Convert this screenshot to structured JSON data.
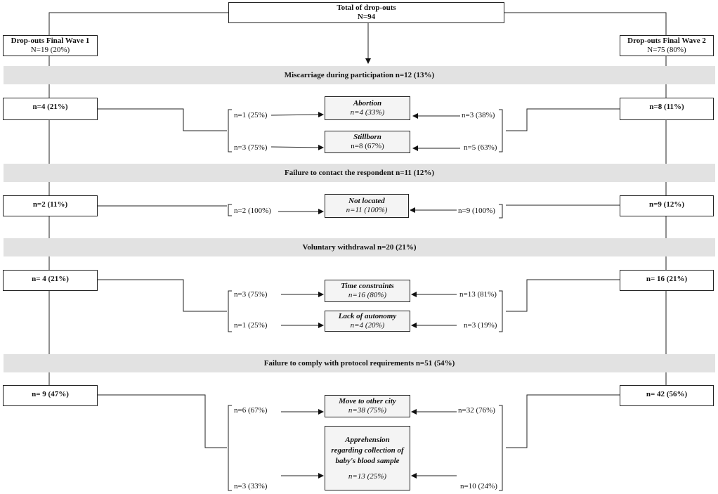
{
  "total": {
    "title": "Total of drop-outs",
    "n": "N=94"
  },
  "wave1": {
    "title": "Drop-outs Final Wave 1",
    "n": "N=19 (20%)"
  },
  "wave2": {
    "title": "Drop-outs Final Wave 2",
    "n": "N=75 (80%)"
  },
  "sections": [
    {
      "band": "Miscarriage during participation n=12 (13%)",
      "left": "n=4 (21%)",
      "right": "n=8 (11%)",
      "items": [
        {
          "title": "Abortion",
          "n": "n=4 (33%)",
          "left": "n=1 (25%)",
          "right": "n=3 (38%)"
        },
        {
          "title": "Stillborn",
          "n": "n=8 (67%)",
          "left": "n=3 (75%)",
          "right": "n=5 (63%)"
        }
      ]
    },
    {
      "band": "Failure to contact the respondent n=11 (12%)",
      "left": "n=2 (11%)",
      "right": "n=9 (12%)",
      "items": [
        {
          "title": "Not located",
          "n": "n=11 (100%)",
          "left": "n=2 (100%)",
          "right": "n=9 (100%)"
        }
      ]
    },
    {
      "band": "Voluntary withdrawal n=20 (21%)",
      "left": "n= 4 (21%)",
      "right": "n= 16 (21%)",
      "items": [
        {
          "title": "Time constraints",
          "n": "n=16 (80%)",
          "left": "n=3 (75%)",
          "right": "n=13 (81%)"
        },
        {
          "title": "Lack of autonomy",
          "n": "n=4 (20%)",
          "left": "n=1 (25%)",
          "right": "n=3 (19%)"
        }
      ]
    },
    {
      "band": "Failure to  comply with protocol requirements n=51 (54%)",
      "left": "n= 9 (47%)",
      "right": "n= 42 (56%)",
      "items": [
        {
          "title": "Move to other city",
          "n": "n=38 (75%)",
          "left": "n=6 (67%)",
          "right": "n=32 (76%)"
        },
        {
          "title": "Apprehension regarding collection of baby's blood sample",
          "n": "n=13 (25%)",
          "left": "n=3 (33%)",
          "right": "n=10 (24%)"
        }
      ]
    }
  ]
}
